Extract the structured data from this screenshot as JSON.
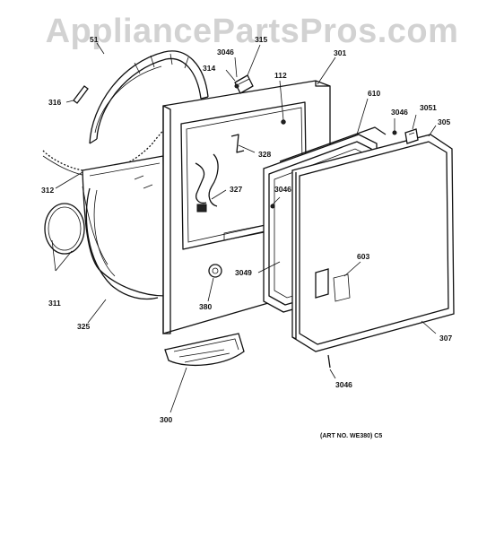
{
  "watermark": "AppliancePartsPros.com",
  "art_number": "(ART NO. WE380) C5",
  "callouts": [
    {
      "id": "c51",
      "text": "51"
    },
    {
      "id": "c316",
      "text": "316"
    },
    {
      "id": "c314",
      "text": "314"
    },
    {
      "id": "c3046a",
      "text": "3046"
    },
    {
      "id": "c315",
      "text": "315"
    },
    {
      "id": "c112",
      "text": "112"
    },
    {
      "id": "c301",
      "text": "301"
    },
    {
      "id": "c610",
      "text": "610"
    },
    {
      "id": "c3046b",
      "text": "3046"
    },
    {
      "id": "c3051",
      "text": "3051"
    },
    {
      "id": "c305",
      "text": "305"
    },
    {
      "id": "c328",
      "text": "328"
    },
    {
      "id": "c312",
      "text": "312"
    },
    {
      "id": "c327",
      "text": "327"
    },
    {
      "id": "c3046c",
      "text": "3046"
    },
    {
      "id": "c603",
      "text": "603"
    },
    {
      "id": "c3049",
      "text": "3049"
    },
    {
      "id": "c311",
      "text": "311"
    },
    {
      "id": "c325",
      "text": "325"
    },
    {
      "id": "c380",
      "text": "380"
    },
    {
      "id": "c307",
      "text": "307"
    },
    {
      "id": "c3046d",
      "text": "3046"
    },
    {
      "id": "c300",
      "text": "300"
    }
  ]
}
